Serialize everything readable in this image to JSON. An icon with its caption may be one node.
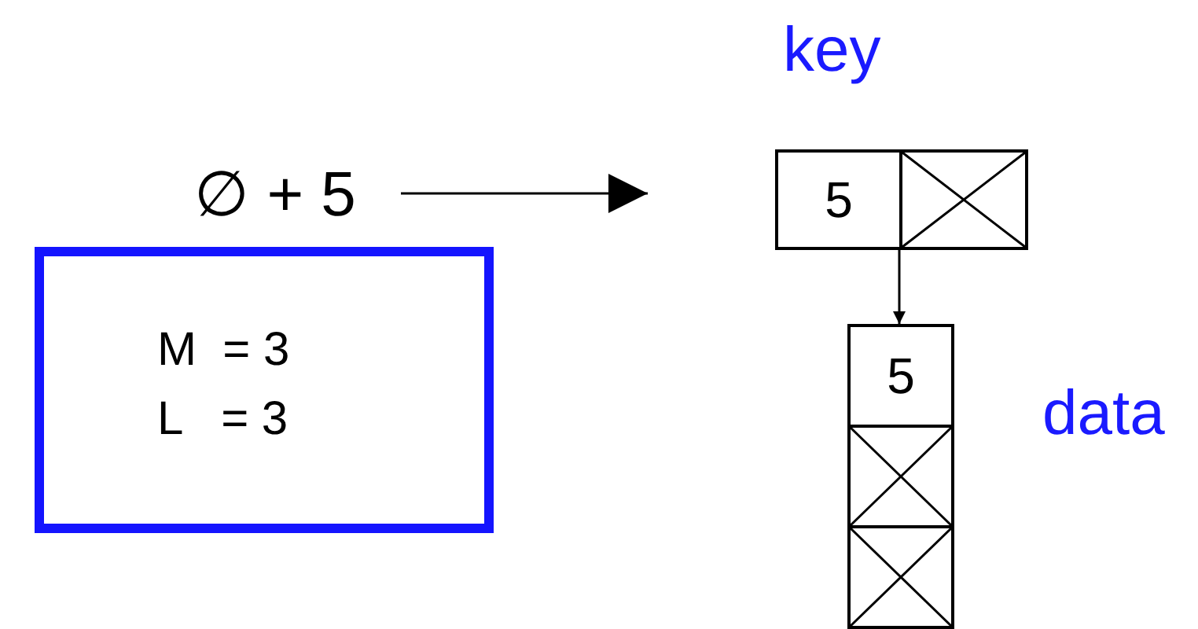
{
  "diagram": {
    "nodes": [
      {
        "text": [
          "∅ + 5"
        ]
      },
      {
        "text": [
          "M  = 3",
          "L   = 3"
        ]
      },
      {
        "text": [
          "5"
        ]
      },
      {
        "text": [],
        "shape": "box"
      },
      {
        "text": [
          "5"
        ]
      },
      {
        "text": [],
        "shape": "box"
      },
      {
        "text": [],
        "shape": "box"
      }
    ],
    "edges": [
      {
        "from": 0,
        "to": null,
        "arrow": "to"
      },
      {
        "from": 3,
        "to": 4,
        "arrow": "to"
      }
    ],
    "labels": [
      "key",
      "data"
    ]
  }
}
